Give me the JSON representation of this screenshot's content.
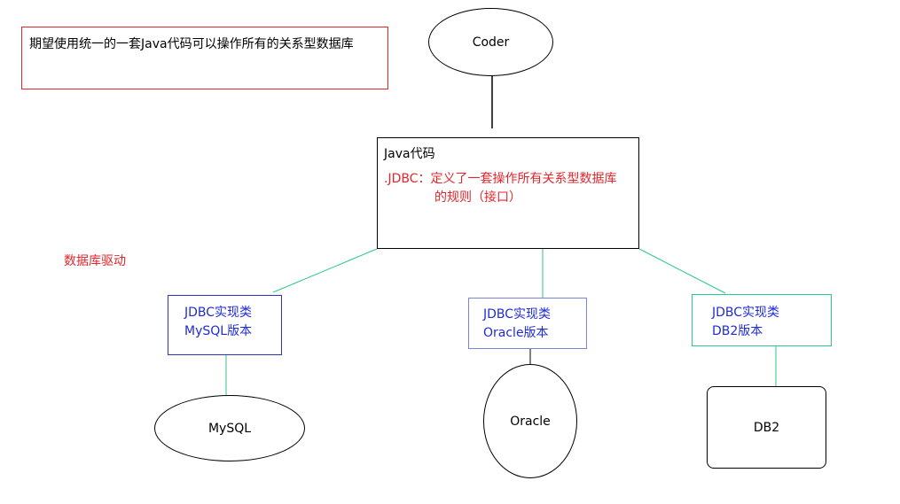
{
  "note": {
    "text": "期望使用统一的一套Java代码可以操作所有的关系型数据库"
  },
  "coder": {
    "label": "Coder"
  },
  "java_box": {
    "title": "Java代码",
    "jdbc_line1": ".JDBC：定义了一套操作所有关系型数据库",
    "jdbc_line2": "的规则（接口）"
  },
  "driver_label": "数据库驱动",
  "implementations": [
    {
      "line1": "JDBC实现类",
      "line2": "MySQL版本",
      "database": "MySQL"
    },
    {
      "line1": "JDBC实现类",
      "line2": "Oracle版本",
      "database": "Oracle"
    },
    {
      "line1": "JDBC实现类",
      "line2": "DB2版本",
      "database": "DB2"
    }
  ],
  "colors": {
    "red": "#e3262c",
    "blue": "#1f2bd6",
    "connector_green": "#28c98a",
    "black": "#000000"
  }
}
